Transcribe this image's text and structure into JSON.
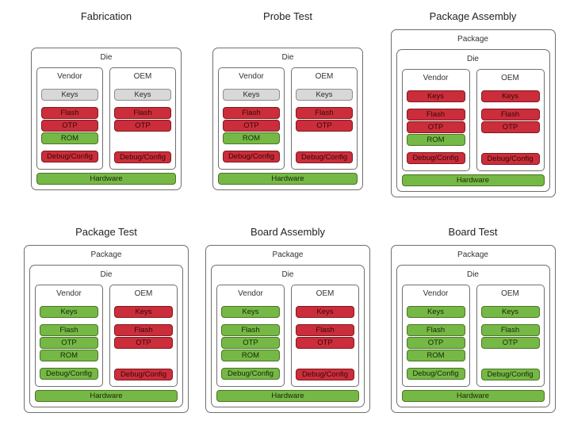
{
  "labels": {
    "package": "Package",
    "die": "Die",
    "vendor": "Vendor",
    "oem": "OEM",
    "keys": "Keys",
    "flash": "Flash",
    "otp": "OTP",
    "rom": "ROM",
    "debug": "Debug/Config",
    "hardware": "Hardware"
  },
  "colors": {
    "red": "#cb2e3a",
    "green": "#76b845",
    "gray": "#d8d8d8",
    "box_border": "#6f6f6f",
    "background": "#ffffff"
  },
  "stages": [
    {
      "title": "Fabrication",
      "has_package": false,
      "vendor": {
        "keys": "gray",
        "flash": "red",
        "otp": "red",
        "rom": "green",
        "debug": "red"
      },
      "oem": {
        "keys": "gray",
        "flash": "red",
        "otp": "red",
        "debug": "red"
      },
      "hardware": "green"
    },
    {
      "title": "Probe Test",
      "has_package": false,
      "vendor": {
        "keys": "gray",
        "flash": "red",
        "otp": "red",
        "rom": "green",
        "debug": "red"
      },
      "oem": {
        "keys": "gray",
        "flash": "red",
        "otp": "red",
        "debug": "red"
      },
      "hardware": "green"
    },
    {
      "title": "Package Assembly",
      "has_package": true,
      "vendor": {
        "keys": "red",
        "flash": "red",
        "otp": "red",
        "rom": "green",
        "debug": "red"
      },
      "oem": {
        "keys": "red",
        "flash": "red",
        "otp": "red",
        "debug": "red"
      },
      "hardware": "green"
    },
    {
      "title": "Package Test",
      "has_package": true,
      "vendor": {
        "keys": "green",
        "flash": "green",
        "otp": "green",
        "rom": "green",
        "debug": "green"
      },
      "oem": {
        "keys": "red",
        "flash": "red",
        "otp": "red",
        "debug": "red"
      },
      "hardware": "green"
    },
    {
      "title": "Board Assembly",
      "has_package": true,
      "vendor": {
        "keys": "green",
        "flash": "green",
        "otp": "green",
        "rom": "green",
        "debug": "green"
      },
      "oem": {
        "keys": "red",
        "flash": "red",
        "otp": "red",
        "debug": "red"
      },
      "hardware": "green"
    },
    {
      "title": "Board Test",
      "has_package": true,
      "vendor": {
        "keys": "green",
        "flash": "green",
        "otp": "green",
        "rom": "green",
        "debug": "green"
      },
      "oem": {
        "keys": "green",
        "flash": "green",
        "otp": "green",
        "debug": "green"
      },
      "hardware": "green"
    }
  ]
}
